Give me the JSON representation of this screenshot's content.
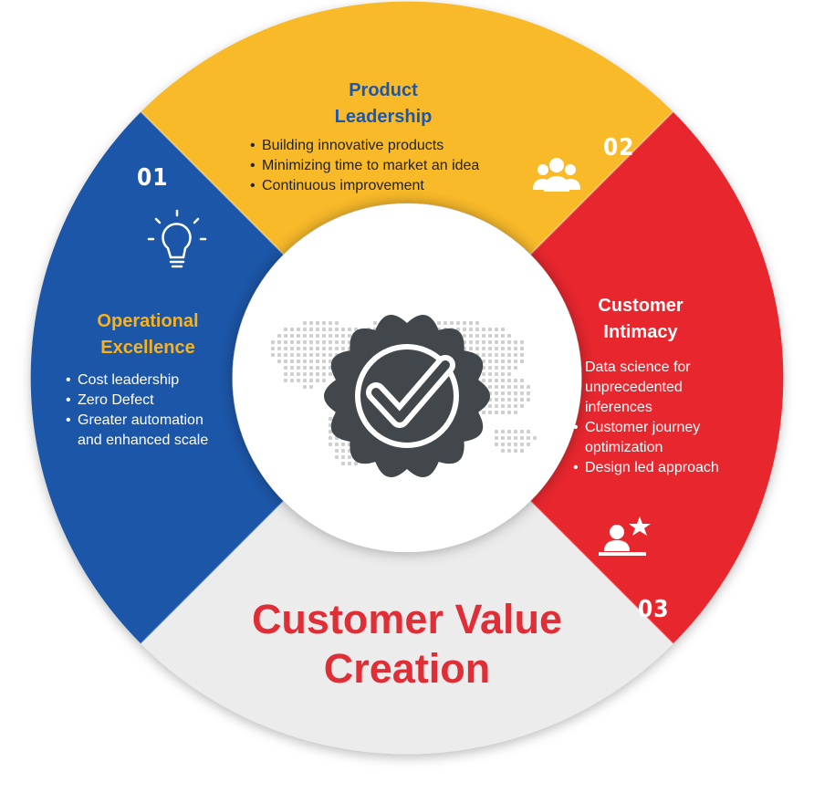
{
  "segments": [
    {
      "number": "01",
      "title_lines": [
        "Operational",
        "Excellence"
      ],
      "bullets": [
        "Cost leadership",
        "Zero Defect",
        "Greater automation",
        "and enhanced scale"
      ],
      "color": "#1f57a8",
      "title_color": "#f7b21c",
      "icon": "lightbulb-icon"
    },
    {
      "number": "02",
      "title_lines": [
        "Product",
        "Leadership"
      ],
      "bullets": [
        "Building innovative products",
        "Minimizing time to market an idea",
        "Continuous improvement"
      ],
      "color": "#f9ba2c",
      "title_color": "#1f57a8",
      "icon": "team-icon"
    },
    {
      "number": "03",
      "title_lines": [
        "Customer",
        "Intimacy"
      ],
      "bullets": [
        "Data science for",
        "unprecedented",
        "inferences",
        "Customer journey",
        "optimization",
        "Design led approach"
      ],
      "color": "#e8282f",
      "title_color": "#ffffff",
      "icon": "presenter-star-icon"
    }
  ],
  "center": {
    "title_lines": [
      "Customer Value",
      "Creation"
    ],
    "title_color": "#e02e37",
    "badge_color": "#41474b",
    "icon": "verified-badge-check-icon",
    "background_icon": "dotted-world-map-icon"
  },
  "bottom_segment_color": "#ececec"
}
